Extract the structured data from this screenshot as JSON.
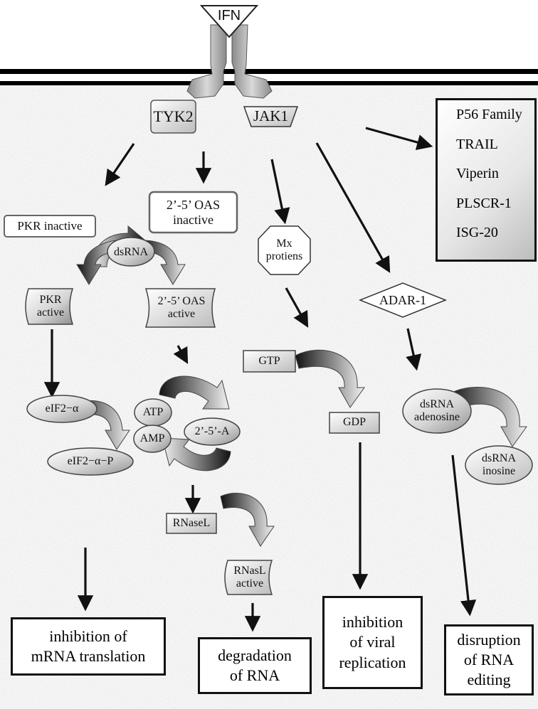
{
  "receptor": {
    "ligand": "IFN",
    "kinase_left": "TYK2",
    "kinase_right": "JAK1"
  },
  "pkr_branch": {
    "inactive": "PKR inactive",
    "trigger": "dsRNA",
    "active_line1": "PKR",
    "active_line2": "active",
    "substrate": "eIF2−α",
    "product": "eIF2−α−P",
    "outcome_line1": "inhibition of",
    "outcome_line2": "mRNA translation"
  },
  "oas_branch": {
    "inactive_line1": "2’-5’ OAS",
    "inactive_line2": "inactive",
    "active_line1": "2’-5’ OAS",
    "active_line2": "active",
    "atp": "ATP",
    "amp": "AMP",
    "product": "2’-5’-A",
    "rnase": "RNaseL",
    "rnase_active_line1": "RNasL",
    "rnase_active_line2": "active",
    "outcome_line1": "degradation",
    "outcome_line2": "of RNA"
  },
  "mx_branch": {
    "protein_line1": "Mx",
    "protein_line2": "protiens",
    "substrate": "GTP",
    "product": "GDP",
    "outcome_line1": "inhibition",
    "outcome_line2": "of viral",
    "outcome_line3": "replication"
  },
  "adar_branch": {
    "enzyme": "ADAR-1",
    "substrate_line1": "dsRNA",
    "substrate_line2": "adenosine",
    "product_line1": "dsRNA",
    "product_line2": "inosine",
    "outcome_line1": "disruption",
    "outcome_line2": "of RNA",
    "outcome_line3": "editing"
  },
  "other_isgs": [
    "P56 Family",
    "TRAIL",
    "Viperin",
    "PLSCR-1",
    "ISG-20"
  ],
  "colors": {
    "ink": "#111111",
    "membrane": "#000000",
    "cytoplasm": "#cfcfcf"
  }
}
